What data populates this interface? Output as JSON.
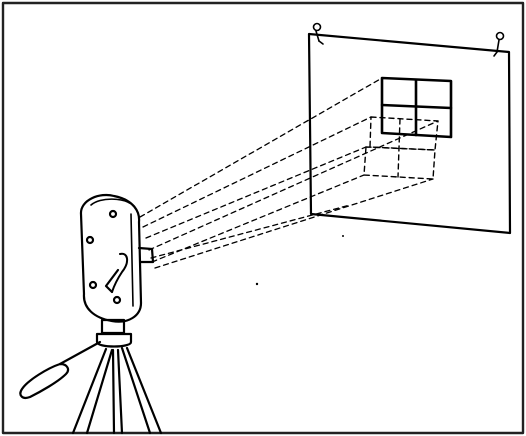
{
  "figure": {
    "type": "line-drawing",
    "subject": "movie-camera-on-tripod-projecting-onto-wall-chart",
    "colors": {
      "background": "#ffffff",
      "ink": "#000000",
      "frame": "#222222"
    },
    "chart_grid": {
      "rows": 2,
      "cols": 2
    },
    "components": [
      "border-frame",
      "wall-chart",
      "pin-icon",
      "target-grid",
      "projection-lines",
      "camera-body",
      "tripod"
    ]
  }
}
